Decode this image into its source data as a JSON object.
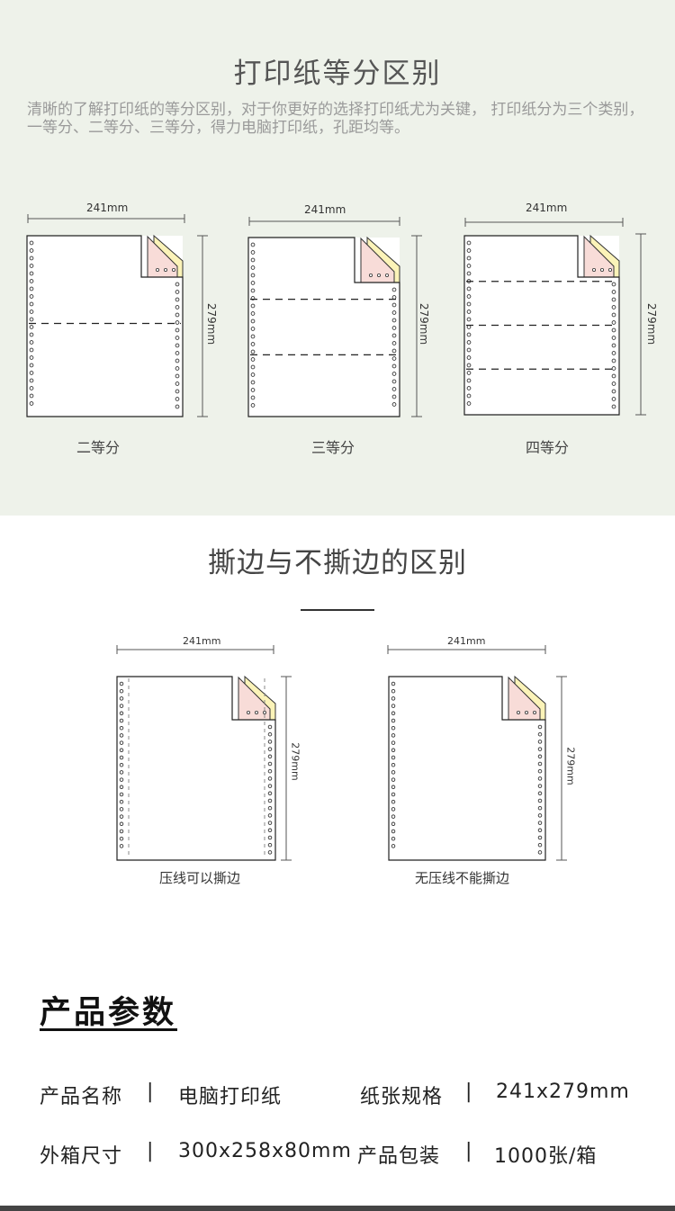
{
  "section1": {
    "title": "打印纸等分区别",
    "intro": "清晰的了解打印纸的等分区别，对于你更好的选择打印纸尤为关键， 打印纸分为三个类别，一等分、二等分、三等分，得力电脑打印纸，孔距均等。",
    "width_label": "241mm",
    "height_label": "279mm",
    "captions": [
      "二等分",
      "三等分",
      "四等分"
    ]
  },
  "section2": {
    "title": "撕边与不撕边的区别",
    "width_label": "241mm",
    "height_label": "279mm",
    "captions": [
      "压线可以撕边",
      "无压线不能撕边"
    ]
  },
  "params": {
    "title": "产品参数",
    "rows": [
      {
        "label": "产品名称",
        "sep": "|",
        "value": "电脑打印纸",
        "label2": "纸张规格",
        "sep2": "|",
        "value2": "241x279mm"
      },
      {
        "label": "外箱尺寸",
        "sep": "|",
        "value": "300x258x80mm",
        "label2": "产品包装",
        "sep2": "|",
        "value2": "1000张/箱"
      }
    ]
  },
  "colors": {
    "paper_yellow": "#fbf3b8",
    "paper_pink": "#f8dcd8",
    "section1_bg": "#eef2ea"
  }
}
